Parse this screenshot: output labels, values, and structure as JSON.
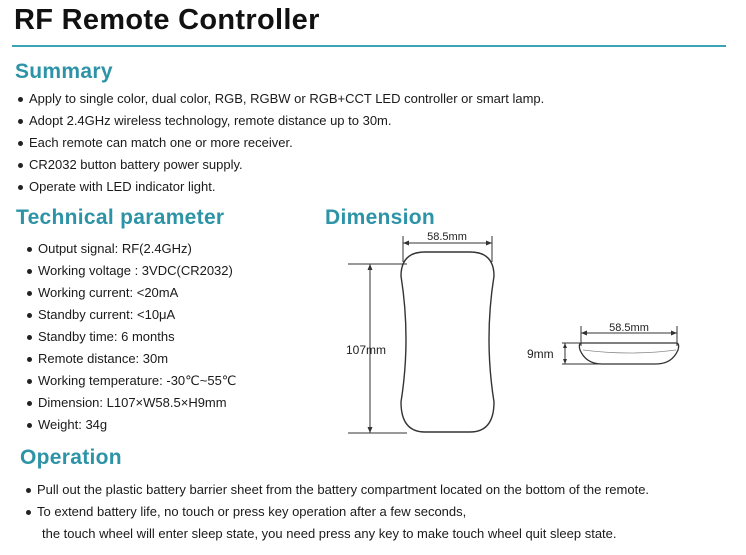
{
  "title": "RF Remote Controller",
  "summary": {
    "heading": "Summary",
    "items": [
      "Apply to single color, dual color, RGB, RGBW or RGB+CCT LED controller or smart lamp.",
      "Adopt 2.4GHz wireless technology, remote distance up to 30m.",
      "Each remote can match one or more receiver.",
      "CR2032 button battery power supply.",
      "Operate with LED indicator light."
    ]
  },
  "technical": {
    "heading": "Technical parameter",
    "items": [
      "Output signal: RF(2.4GHz)",
      "Working voltage : 3VDC(CR2032)",
      "Working current:  <20mA",
      "Standby current:  <10μA",
      "Standby time: 6 months",
      "Remote distance: 30m",
      "Working temperature: -30℃~55℃",
      "Dimension: L107×W58.5×H9mm",
      "Weight: 34g"
    ]
  },
  "dimension": {
    "heading": "Dimension",
    "width_label": "58.5mm",
    "height_label": "107mm",
    "side_width_label": "58.5mm",
    "thickness_label": "9mm"
  },
  "operation": {
    "heading": "Operation",
    "items": [
      {
        "line1": "Pull out the plastic battery barrier sheet from the battery compartment located on the bottom of the remote."
      },
      {
        "line1": "To extend battery life, no touch or press key operation after a few seconds,",
        "line2": "the touch wheel will enter sleep state, you need press any key to make touch wheel quit sleep state."
      }
    ]
  }
}
